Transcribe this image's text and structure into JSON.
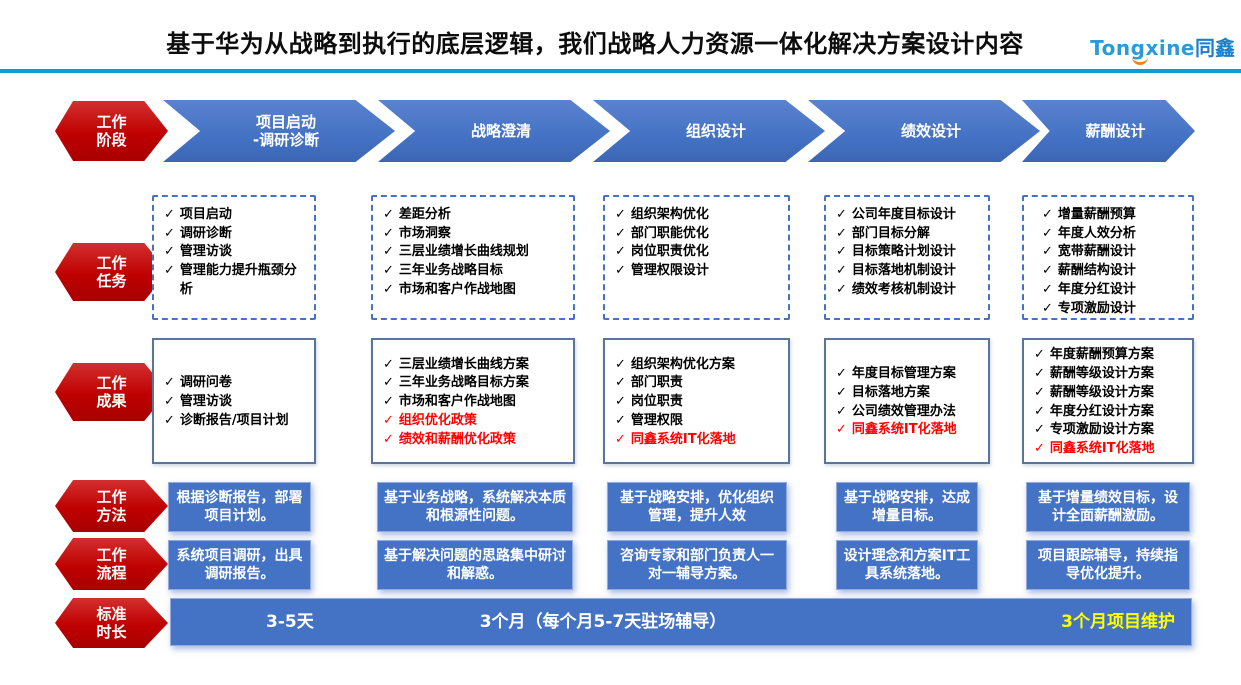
{
  "header": {
    "title": "基于华为从战略到执行的底层逻辑，我们战略人力资源一体化解决方案设计内容",
    "logo_latin": "Tongxine",
    "logo_cjk": "同鑫"
  },
  "icons": {
    "check": "✓"
  },
  "row_labels": {
    "phase": "工作\n阶段",
    "tasks": "工作\n任务",
    "results": "工作\n成果",
    "method": "工作\n方法",
    "process": "工作\n流程",
    "duration": "标准\n时长"
  },
  "columns": [
    {
      "phase": "项目启动\n-调研诊断",
      "tasks": [
        "项目启动",
        "调研诊断",
        "管理访谈",
        "管理能力提升瓶颈分析"
      ],
      "results": [
        {
          "text": "调研问卷",
          "red": false
        },
        {
          "text": "管理访谈",
          "red": false
        },
        {
          "text": "诊断报告/项目计划",
          "red": false
        }
      ],
      "method": "根据诊断报告，部署项目计划。",
      "process": "系统项目调研，出具调研报告。"
    },
    {
      "phase": "战略澄清",
      "tasks": [
        "差距分析",
        "市场洞察",
        "三层业绩增长曲线规划",
        "三年业务战略目标",
        "市场和客户作战地图"
      ],
      "results": [
        {
          "text": "三层业绩增长曲线方案",
          "red": false
        },
        {
          "text": "三年业务战略目标方案",
          "red": false
        },
        {
          "text": "市场和客户作战地图",
          "red": false
        },
        {
          "text": "组织优化政策",
          "red": true
        },
        {
          "text": "绩效和薪酬优化政策",
          "red": true
        }
      ],
      "method": "基于业务战略，系统解决本质和根源性问题。",
      "process": "基于解决问题的思路集中研讨和解惑。"
    },
    {
      "phase": "组织设计",
      "tasks": [
        "组织架构优化",
        "部门职能优化",
        "岗位职责优化",
        "管理权限设计"
      ],
      "results": [
        {
          "text": "组织架构优化方案",
          "red": false
        },
        {
          "text": "部门职责",
          "red": false
        },
        {
          "text": "岗位职责",
          "red": false
        },
        {
          "text": "管理权限",
          "red": false
        },
        {
          "text": "同鑫系统IT化落地",
          "red": true
        }
      ],
      "method": "基于战略安排，优化组织管理，提升人效",
      "process": "咨询专家和部门负责人一对一辅导方案。"
    },
    {
      "phase": "绩效设计",
      "tasks": [
        "公司年度目标设计",
        "部门目标分解",
        "目标策略计划设计",
        "目标落地机制设计",
        "绩效考核机制设计"
      ],
      "results": [
        {
          "text": "年度目标管理方案",
          "red": false
        },
        {
          "text": "目标落地方案",
          "red": false
        },
        {
          "text": "公司绩效管理办法",
          "red": false
        },
        {
          "text": "同鑫系统IT化落地",
          "red": true
        }
      ],
      "method": "基于战略安排，达成增量目标。",
      "process": "设计理念和方案IT工具系统落地。"
    },
    {
      "phase": "薪酬设计",
      "tasks": [
        "增量薪酬预算",
        "年度人效分析",
        "宽带薪酬设计",
        "薪酬结构设计",
        "年度分红设计",
        "专项激励设计"
      ],
      "results": [
        {
          "text": "年度薪酬预算方案",
          "red": false
        },
        {
          "text": "薪酬等级设计方案",
          "red": false
        },
        {
          "text": "薪酬等级设计方案",
          "red": false
        },
        {
          "text": "年度分红设计方案",
          "red": false
        },
        {
          "text": "专项激励设计方案",
          "red": false
        },
        {
          "text": "同鑫系统IT化落地",
          "red": true
        }
      ],
      "method": "基于增量绩效目标，设计全面薪酬激励。",
      "process": "项目跟踪辅导，持续指导优化提升。"
    }
  ],
  "duration_bar": {
    "left": "3-5天",
    "middle": "3个月（每个月5-7天驻场辅导）",
    "right": "3个月项目维护"
  },
  "colors": {
    "brand_red": "#c00000",
    "brand_blue": "#4472c4",
    "divider_blue": "#0e9bd8",
    "highlight_red": "#ff0000",
    "highlight_yellow": "#ffff00"
  }
}
